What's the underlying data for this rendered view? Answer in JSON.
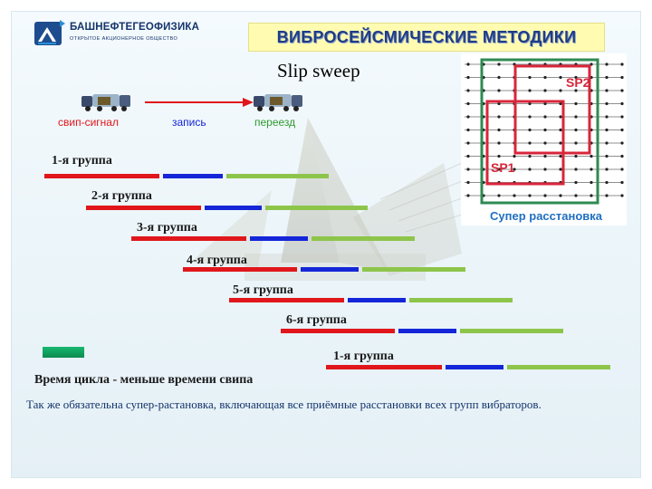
{
  "company": {
    "name": "БАШНЕФТЕГЕОФИЗИКА",
    "subtitle": "ОТКРЫТОЕ АКЦИОНЕРНОЕ ОБЩЕСТВО"
  },
  "slide_title": "ВИБРОСЕЙСМИЧЕСКИЕ  МЕТОДИКИ",
  "method_title": "Slip sweep",
  "legend": {
    "sweep": "свип-сигнал",
    "record": "запись",
    "move": "переезд"
  },
  "colors": {
    "sweep": "#e0161b",
    "record": "#1426d8",
    "move": "#8dc54b",
    "title_text": "#1f3c86",
    "title_bg": "#fffcb2",
    "sp1_frame": "#d8263a",
    "sp2_frame": "#d8263a",
    "super_frame": "#2f8a52"
  },
  "groups": [
    {
      "label": "1-я группа"
    },
    {
      "label": "2-я группа"
    },
    {
      "label": "3-я группа"
    },
    {
      "label": "4-я группа"
    },
    {
      "label": "5-я группа"
    },
    {
      "label": "6-я группа"
    },
    {
      "label": "1-я группа"
    }
  ],
  "cycle_note": "Время цикла - меньше времени свипа",
  "description": "Так же обязательна супер-растановка, включающая все приёмные расстановки всех групп вибраторов.",
  "inset": {
    "sp1": "SP1",
    "sp2": "SP2",
    "caption": "Супер расстановка"
  }
}
